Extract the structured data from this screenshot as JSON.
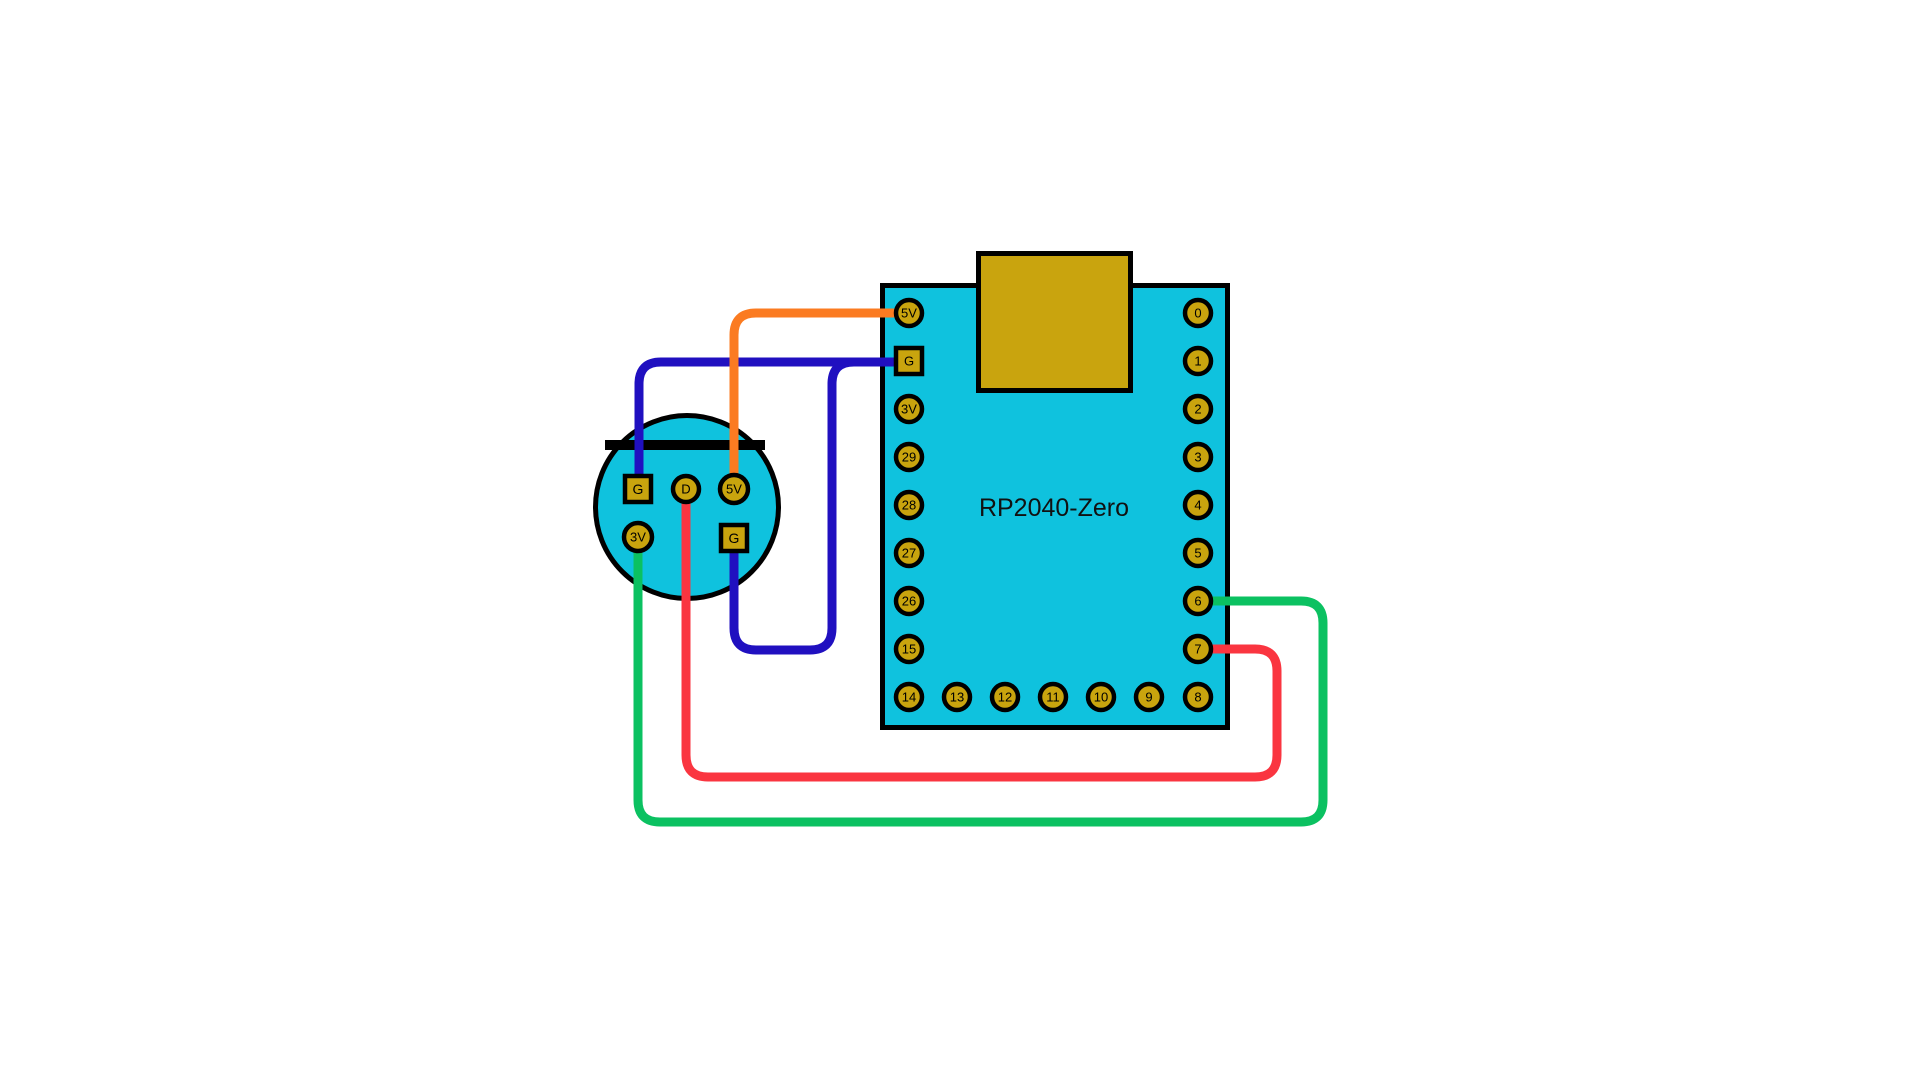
{
  "diagram": {
    "background": "#ffffff",
    "board": {
      "label": "RP2040-Zero",
      "body_color": "#0FC2DE",
      "pad_color": "#C9A40E",
      "usb_color": "#C9A40E",
      "outline_color": "#000000",
      "left_pins": [
        {
          "label": "5V"
        },
        {
          "label": "G"
        },
        {
          "label": "3V"
        },
        {
          "label": "29"
        },
        {
          "label": "28"
        },
        {
          "label": "27"
        },
        {
          "label": "26"
        },
        {
          "label": "15"
        }
      ],
      "right_pins": [
        {
          "label": "0"
        },
        {
          "label": "1"
        },
        {
          "label": "2"
        },
        {
          "label": "3"
        },
        {
          "label": "4"
        },
        {
          "label": "5"
        },
        {
          "label": "6"
        },
        {
          "label": "7"
        }
      ],
      "bottom_pins": [
        {
          "label": "14"
        },
        {
          "label": "13"
        },
        {
          "label": "12"
        },
        {
          "label": "11"
        },
        {
          "label": "10"
        },
        {
          "label": "9"
        },
        {
          "label": "8"
        }
      ]
    },
    "sensor": {
      "body_color": "#0FC2DE",
      "pad_color": "#C9A40E",
      "notch_color": "#000000",
      "pins": [
        {
          "label": "G"
        },
        {
          "label": "D"
        },
        {
          "label": "5V"
        },
        {
          "label": "3V"
        },
        {
          "label": "G"
        }
      ]
    },
    "wires": [
      {
        "name": "wire-5v",
        "color": "#FB7B21",
        "from": "sensor 5V",
        "to": "board 5V"
      },
      {
        "name": "wire-ground-top",
        "color": "#2010C0",
        "from": "sensor G top",
        "to": "board G"
      },
      {
        "name": "wire-ground-bottom",
        "color": "#2010C0",
        "from": "sensor G bottom",
        "to": "board G"
      },
      {
        "name": "wire-data",
        "color": "#FA3540",
        "from": "sensor D",
        "to": "board 7"
      },
      {
        "name": "wire-3v",
        "color": "#0BC161",
        "from": "sensor 3V",
        "to": "board 6"
      }
    ]
  }
}
